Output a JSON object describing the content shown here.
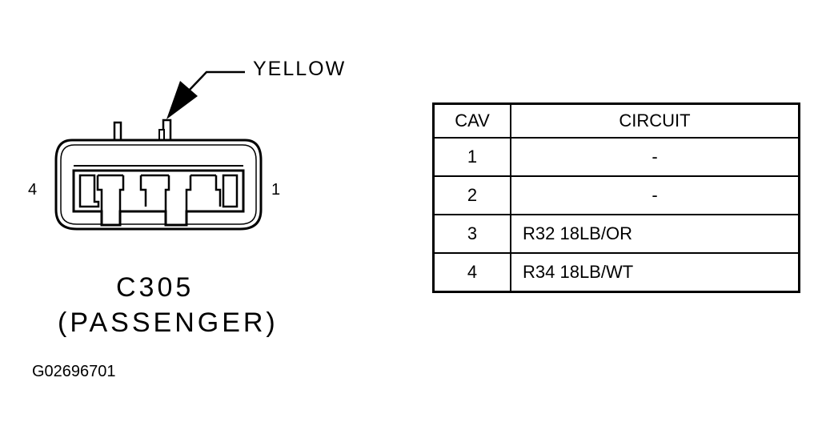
{
  "connector": {
    "callout_label": "YELLOW",
    "pin_left": "4",
    "pin_right": "1",
    "name": "C305",
    "subtitle": "(PASSENGER)",
    "color_fill": "#ffffff",
    "color_stroke": "#000000"
  },
  "figure_id": "G02696701",
  "table": {
    "headers": [
      "CAV",
      "CIRCUIT"
    ],
    "rows": [
      {
        "cav": "1",
        "circuit": "-"
      },
      {
        "cav": "2",
        "circuit": "-"
      },
      {
        "cav": "3",
        "circuit": "R32 18LB/OR"
      },
      {
        "cav": "4",
        "circuit": "R34 18LB/WT"
      }
    ]
  }
}
